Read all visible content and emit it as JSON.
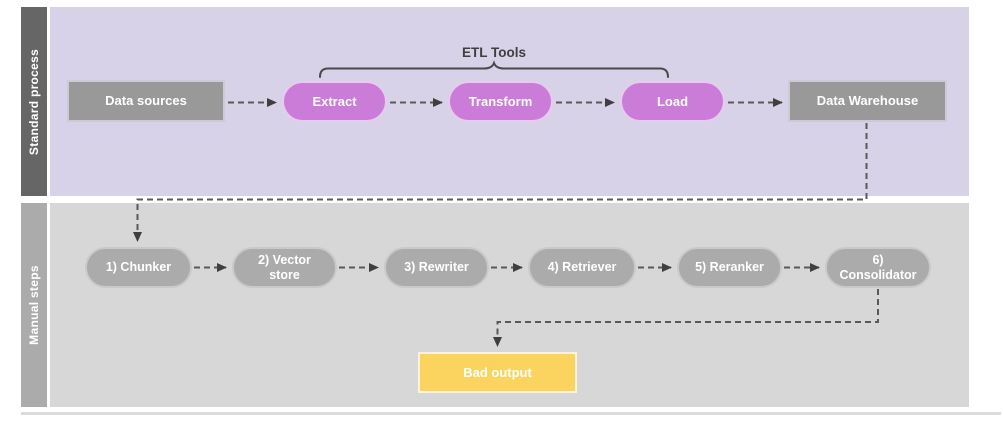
{
  "lanes": [
    {
      "label": "Standard process"
    },
    {
      "label": "Manual steps"
    }
  ],
  "standard_process": {
    "data_sources": "Data sources",
    "etl_tools_label": "ETL Tools",
    "extract": "Extract",
    "transform": "Transform",
    "load": "Load",
    "data_warehouse": "Data Warehouse"
  },
  "manual_steps": {
    "chunker": "1) Chunker",
    "vector_store": "2) Vector store",
    "rewriter": "3) Rewriter",
    "retriever": "4) Retriever",
    "reranker": "5) Reranker",
    "consolidator": "6) Consolidator",
    "bad_output": "Bad output"
  },
  "colors": {
    "lane_standard_bar": "#666666",
    "lane_standard_bg": "#D8D2E8",
    "lane_manual_bar": "#ABABAB",
    "lane_manual_bg": "#D7D7D7",
    "process_node": "#999999",
    "etl_node": "#CA7CD8",
    "manual_node": "#ABABAB",
    "bad_output_node": "#FBD45F",
    "connector": "#595959"
  }
}
